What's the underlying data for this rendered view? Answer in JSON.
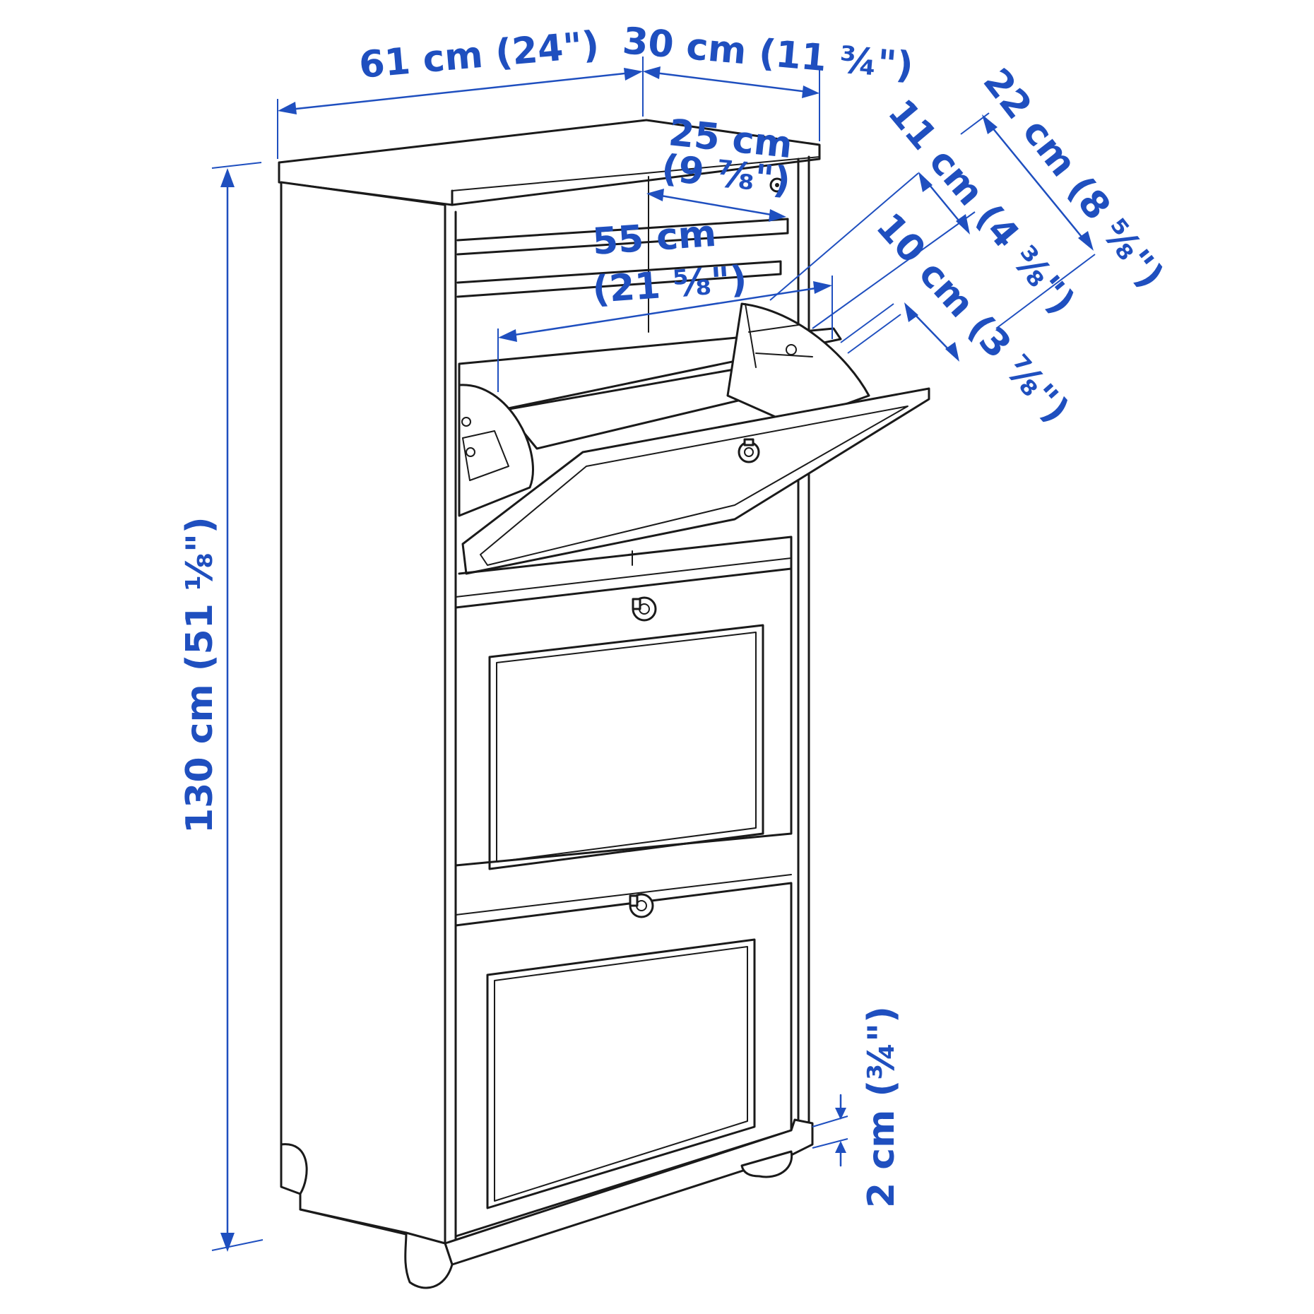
{
  "accent_color": "#1f4fbf",
  "line_color": "#1a1a1a",
  "dimensions": {
    "width_total": "61 cm (24\")",
    "depth_total": "30 cm (11 ¾\")",
    "inner_depth_line1": "25 cm",
    "inner_depth_line2": "(9 ⅞\")",
    "inner_width_line1": "55 cm",
    "inner_width_line2": "(21 ⅝\")",
    "flap_depth_a": "11 cm (4 ⅜\")",
    "flap_depth_b": "22 cm (8 ⅝\")",
    "flap_depth_c": "10 cm (3 ⅞\")",
    "height_total": "130 cm (51 ⅛\")",
    "plinth_height": "2 cm (¾\")"
  }
}
